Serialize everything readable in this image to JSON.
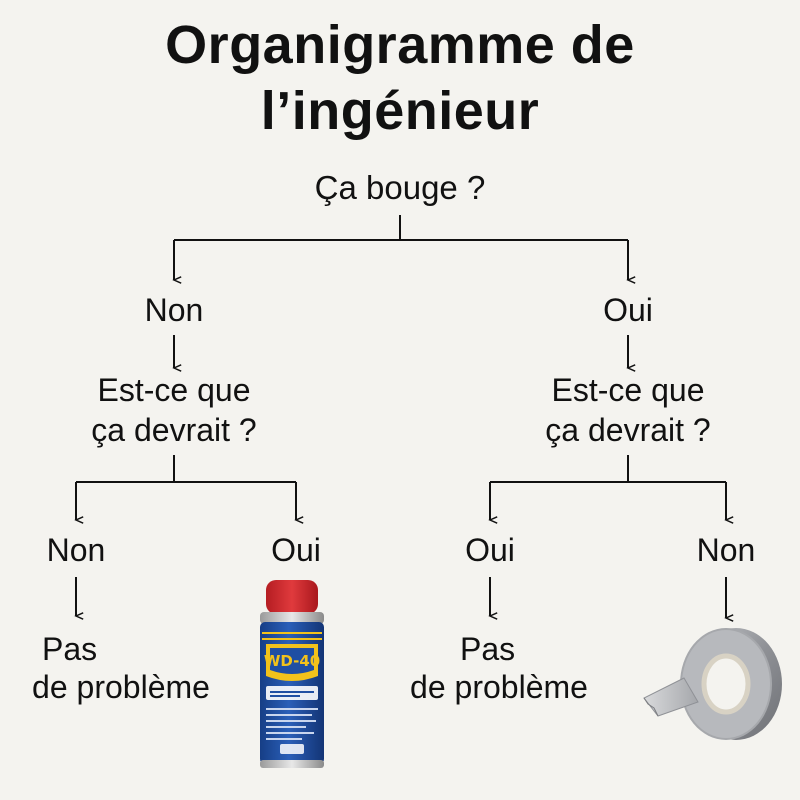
{
  "title": {
    "line1": "Organigramme de",
    "line2": "l’ingénieur"
  },
  "root": {
    "text": "Ça bouge ?"
  },
  "left_branch": {
    "answer": "Non",
    "question": {
      "line1": "Est-ce que",
      "line2": "ça devrait ?"
    },
    "no": {
      "answer": "Non",
      "result": {
        "line1": "Pas",
        "line2": "de problème"
      }
    },
    "yes": {
      "answer": "Oui",
      "result_icon": "wd40-spray-can-icon",
      "can_label": "WD-40"
    }
  },
  "right_branch": {
    "answer": "Oui",
    "question": {
      "line1": "Est-ce que",
      "line2": "ça devrait ?"
    },
    "yes": {
      "answer": "Oui",
      "result": {
        "line1": "Pas",
        "line2": "de problème"
      }
    },
    "no": {
      "answer": "Non",
      "result_icon": "duct-tape-roll-icon"
    }
  },
  "colors": {
    "background": "#f4f3ef",
    "text": "#111111",
    "can_blue": "#1f4fa3",
    "can_yellow": "#f2c21b",
    "can_red": "#d8262b",
    "tape_grey": "#9a9ca0"
  }
}
